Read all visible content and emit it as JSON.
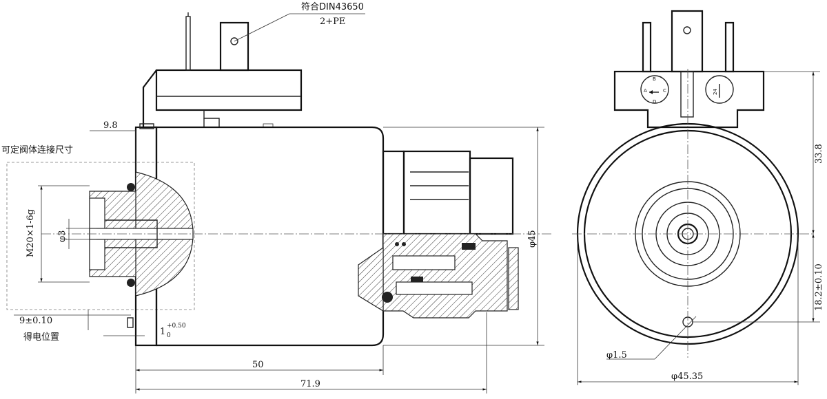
{
  "annotations": {
    "standard": "符合DIN43650",
    "pins": "2+PE",
    "mount_note": "可定阀体连接尺寸",
    "energized_position": "得电位置"
  },
  "dimensions": {
    "d_9_8": "9.8",
    "thread": "M20×1-6g",
    "bore": "φ3",
    "stroke": "9±0.10",
    "tol_base": "1",
    "tol_upper": "+0.50",
    "tol_lower": "0",
    "len_50": "50",
    "len_71_9": "71.9",
    "dia_45": "φ45",
    "h_33_8": "33.8",
    "h_18_2": "18.2±0.10",
    "hole_1_5": "φ1.5",
    "dia_45_35": "φ45.35"
  },
  "connector_marks": {
    "left_dial_top": "B",
    "left_dial_left": "A",
    "left_dial_right": "C",
    "left_dial_bottom": "D",
    "right_dial_center": "24"
  }
}
